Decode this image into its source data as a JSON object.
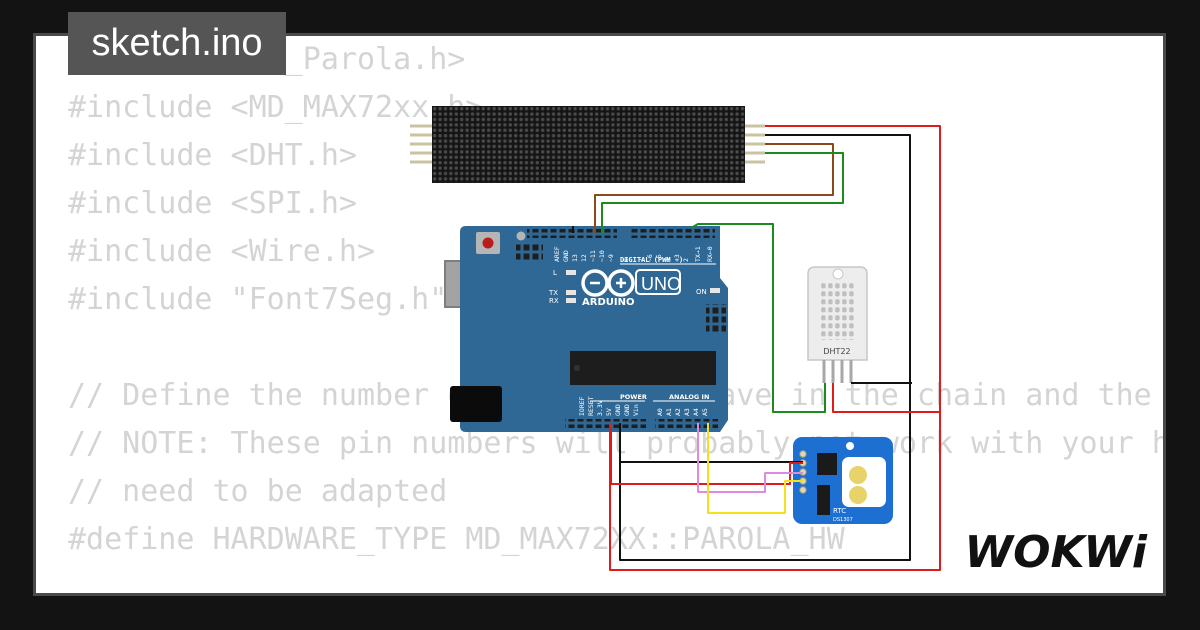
{
  "file_tab": {
    "label": "sketch.ino"
  },
  "code_lines": [
    "#include <MD_Parola.h>",
    "#include <MD_MAX72xx.h>",
    "#include <DHT.h>",
    "#include <SPI.h>",
    "#include <Wire.h>",
    "#include \"Font7Seg.h\"",
    "",
    "// Define the number of devices we have in the chain and the hardware interface",
    "// NOTE: These pin numbers will probably not work with your hardware and may",
    "// need to be adapted",
    "#define HARDWARE_TYPE MD_MAX72XX::PAROLA_HW"
  ],
  "board": {
    "name": "UNO",
    "brand": "ARDUINO",
    "on_label": "ON",
    "l_label": "L",
    "tx_label": "TX",
    "rx_label": "RX",
    "digital_label": "DIGITAL (PWM ~)",
    "power_label": "POWER",
    "analog_label": "ANALOG IN",
    "top_pins": [
      "AREF",
      "GND",
      "13",
      "12",
      "~11",
      "~10",
      "~9",
      "8",
      "7",
      "~6",
      "~5",
      "4",
      "~3",
      "2",
      "TX→1",
      "RX←0"
    ],
    "power_pins": [
      "IOREF",
      "RESET",
      "3.3V",
      "5V",
      "GND",
      "GND",
      "Vin"
    ],
    "analog_pins": [
      "A0",
      "A1",
      "A2",
      "A3",
      "A4",
      "A5"
    ]
  },
  "sensor": {
    "label": "DHT22"
  },
  "rtc": {
    "label": "RTC",
    "chip": "DS1307"
  },
  "brand_logo": {
    "text": "WOKWi"
  },
  "colors": {
    "board": "#2f6895",
    "wire_red": "#e01b1b",
    "wire_black": "#111111",
    "wire_brown": "#8a4b1a",
    "wire_green": "#1c8a1c",
    "wire_yellow": "#f2e11c",
    "wire_pink": "#df8adf"
  }
}
